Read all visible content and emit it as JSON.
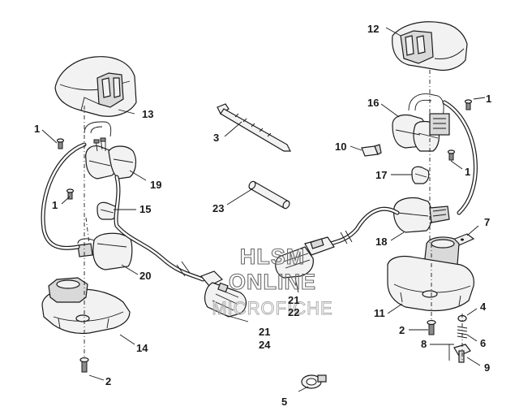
{
  "watermark": {
    "line1": "HLSM",
    "line2": "ONLINE",
    "line3": "MICROFICHE"
  },
  "callouts": {
    "c1a": "1",
    "c1b": "1",
    "c1c": "1",
    "c1d": "1",
    "c2a": "2",
    "c2b": "2",
    "c3": "3",
    "c4": "4",
    "c5": "5",
    "c6": "6",
    "c7": "7",
    "c8": "8",
    "c9": "9",
    "c10": "10",
    "c11": "11",
    "c12": "12",
    "c13": "13",
    "c14": "14",
    "c15": "15",
    "c16": "16",
    "c17": "17",
    "c18": "18",
    "c19": "19",
    "c20": "20",
    "c21a": "21",
    "c22": "22",
    "c21b": "21",
    "c24": "24",
    "c23": "23"
  }
}
